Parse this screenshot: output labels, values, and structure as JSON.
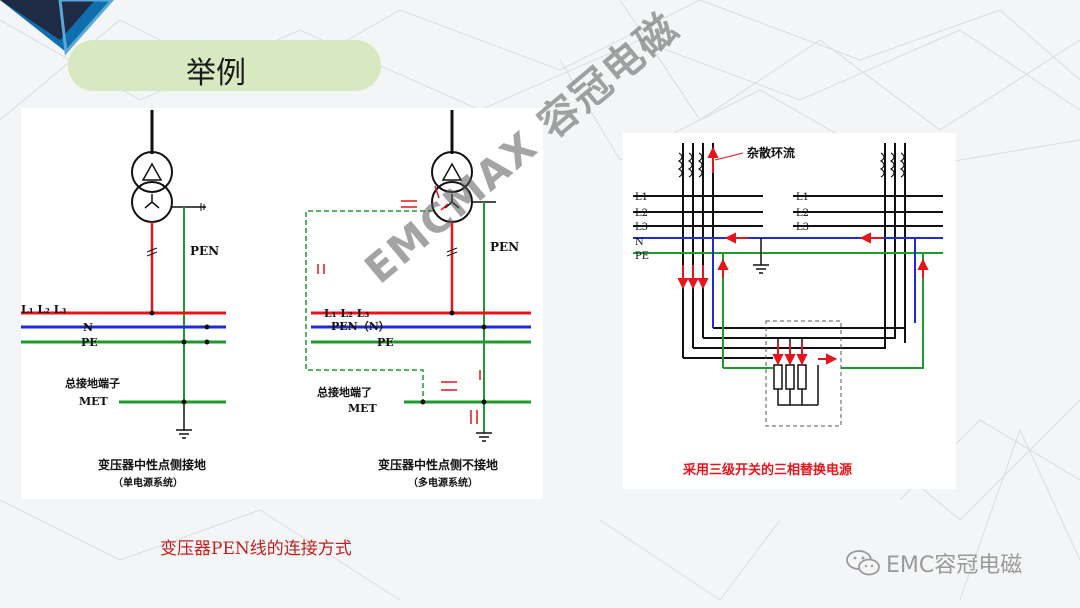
{
  "header": {
    "title": "举例"
  },
  "left_panel": {
    "diagram_a": {
      "pen_label": "PEN",
      "bus_label": "L₁ L₂ L₃",
      "n_label": "N",
      "pe_label": "PE",
      "terminal_label": "总接地端子",
      "met_label": "MET",
      "caption": "变压器中性点侧接地",
      "subcaption": "（单电源系统）"
    },
    "diagram_b": {
      "pen_label": "PEN",
      "bus_label": "L₁ L₂ L₃",
      "pen_n_label": "PEN（N）",
      "pe_label": "PE",
      "terminal_label": "总接地端了",
      "met_label": "MET",
      "caption": "变压器中性点侧不接地",
      "subcaption": "（多电源系统）"
    }
  },
  "right_panel": {
    "stray_label": "杂散环流",
    "left_phases": [
      "L1",
      "L2",
      "L3"
    ],
    "left_extra": [
      "N",
      "PE"
    ],
    "right_phases": [
      "L1",
      "L2",
      "L3"
    ],
    "caption": "采用三级开关的三相替换电源"
  },
  "caption": "变压器PEN线的连接方式",
  "watermark": "EMCMAX 容冠电磁",
  "footer": {
    "brand": "EMC容冠电磁"
  },
  "colors": {
    "red": "#e8141b",
    "blue": "#1f2bd6",
    "green": "#1f9a2c",
    "pill": "#d8e8c0",
    "caption": "#c0201a"
  }
}
